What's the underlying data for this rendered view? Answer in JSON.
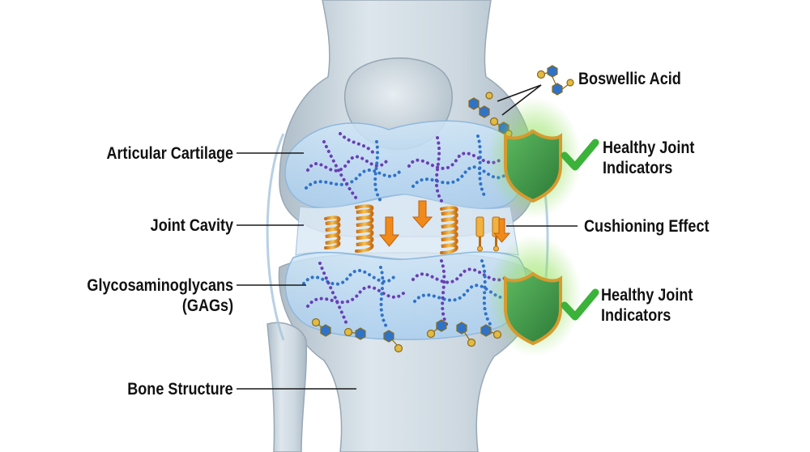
{
  "labels": {
    "articular_cartilage": "Articular Cartilage",
    "joint_cavity": "Joint Cavity",
    "gags_line1": "Glycosaminoglycans",
    "gags_line2": "(GAGs)",
    "bone_structure": "Bone Structure",
    "boswellic_acid": "Boswellic Acid",
    "healthy_top_line1": "Healthy Joint",
    "healthy_top_line2": "Indicators",
    "cushioning_effect": "Cushioning Effect",
    "healthy_bottom_line1": "Healthy Joint",
    "healthy_bottom_line2": "Indicators"
  },
  "icons": [
    "shield-icon",
    "checkmark-icon",
    "spring-icon",
    "down-arrow-icon",
    "molecule-icon"
  ],
  "colors": {
    "bone": "#c9d5dd",
    "cartilage": "#b5d6f0",
    "gag_purple": "#6a3fb5",
    "gag_blue": "#2f73c8",
    "spring_orange": "#f0a12a",
    "shield_green": "#3f9a4a",
    "shield_border": "#d69a2e",
    "check_green": "#3bb23a",
    "glow_green": "#9be86a"
  }
}
